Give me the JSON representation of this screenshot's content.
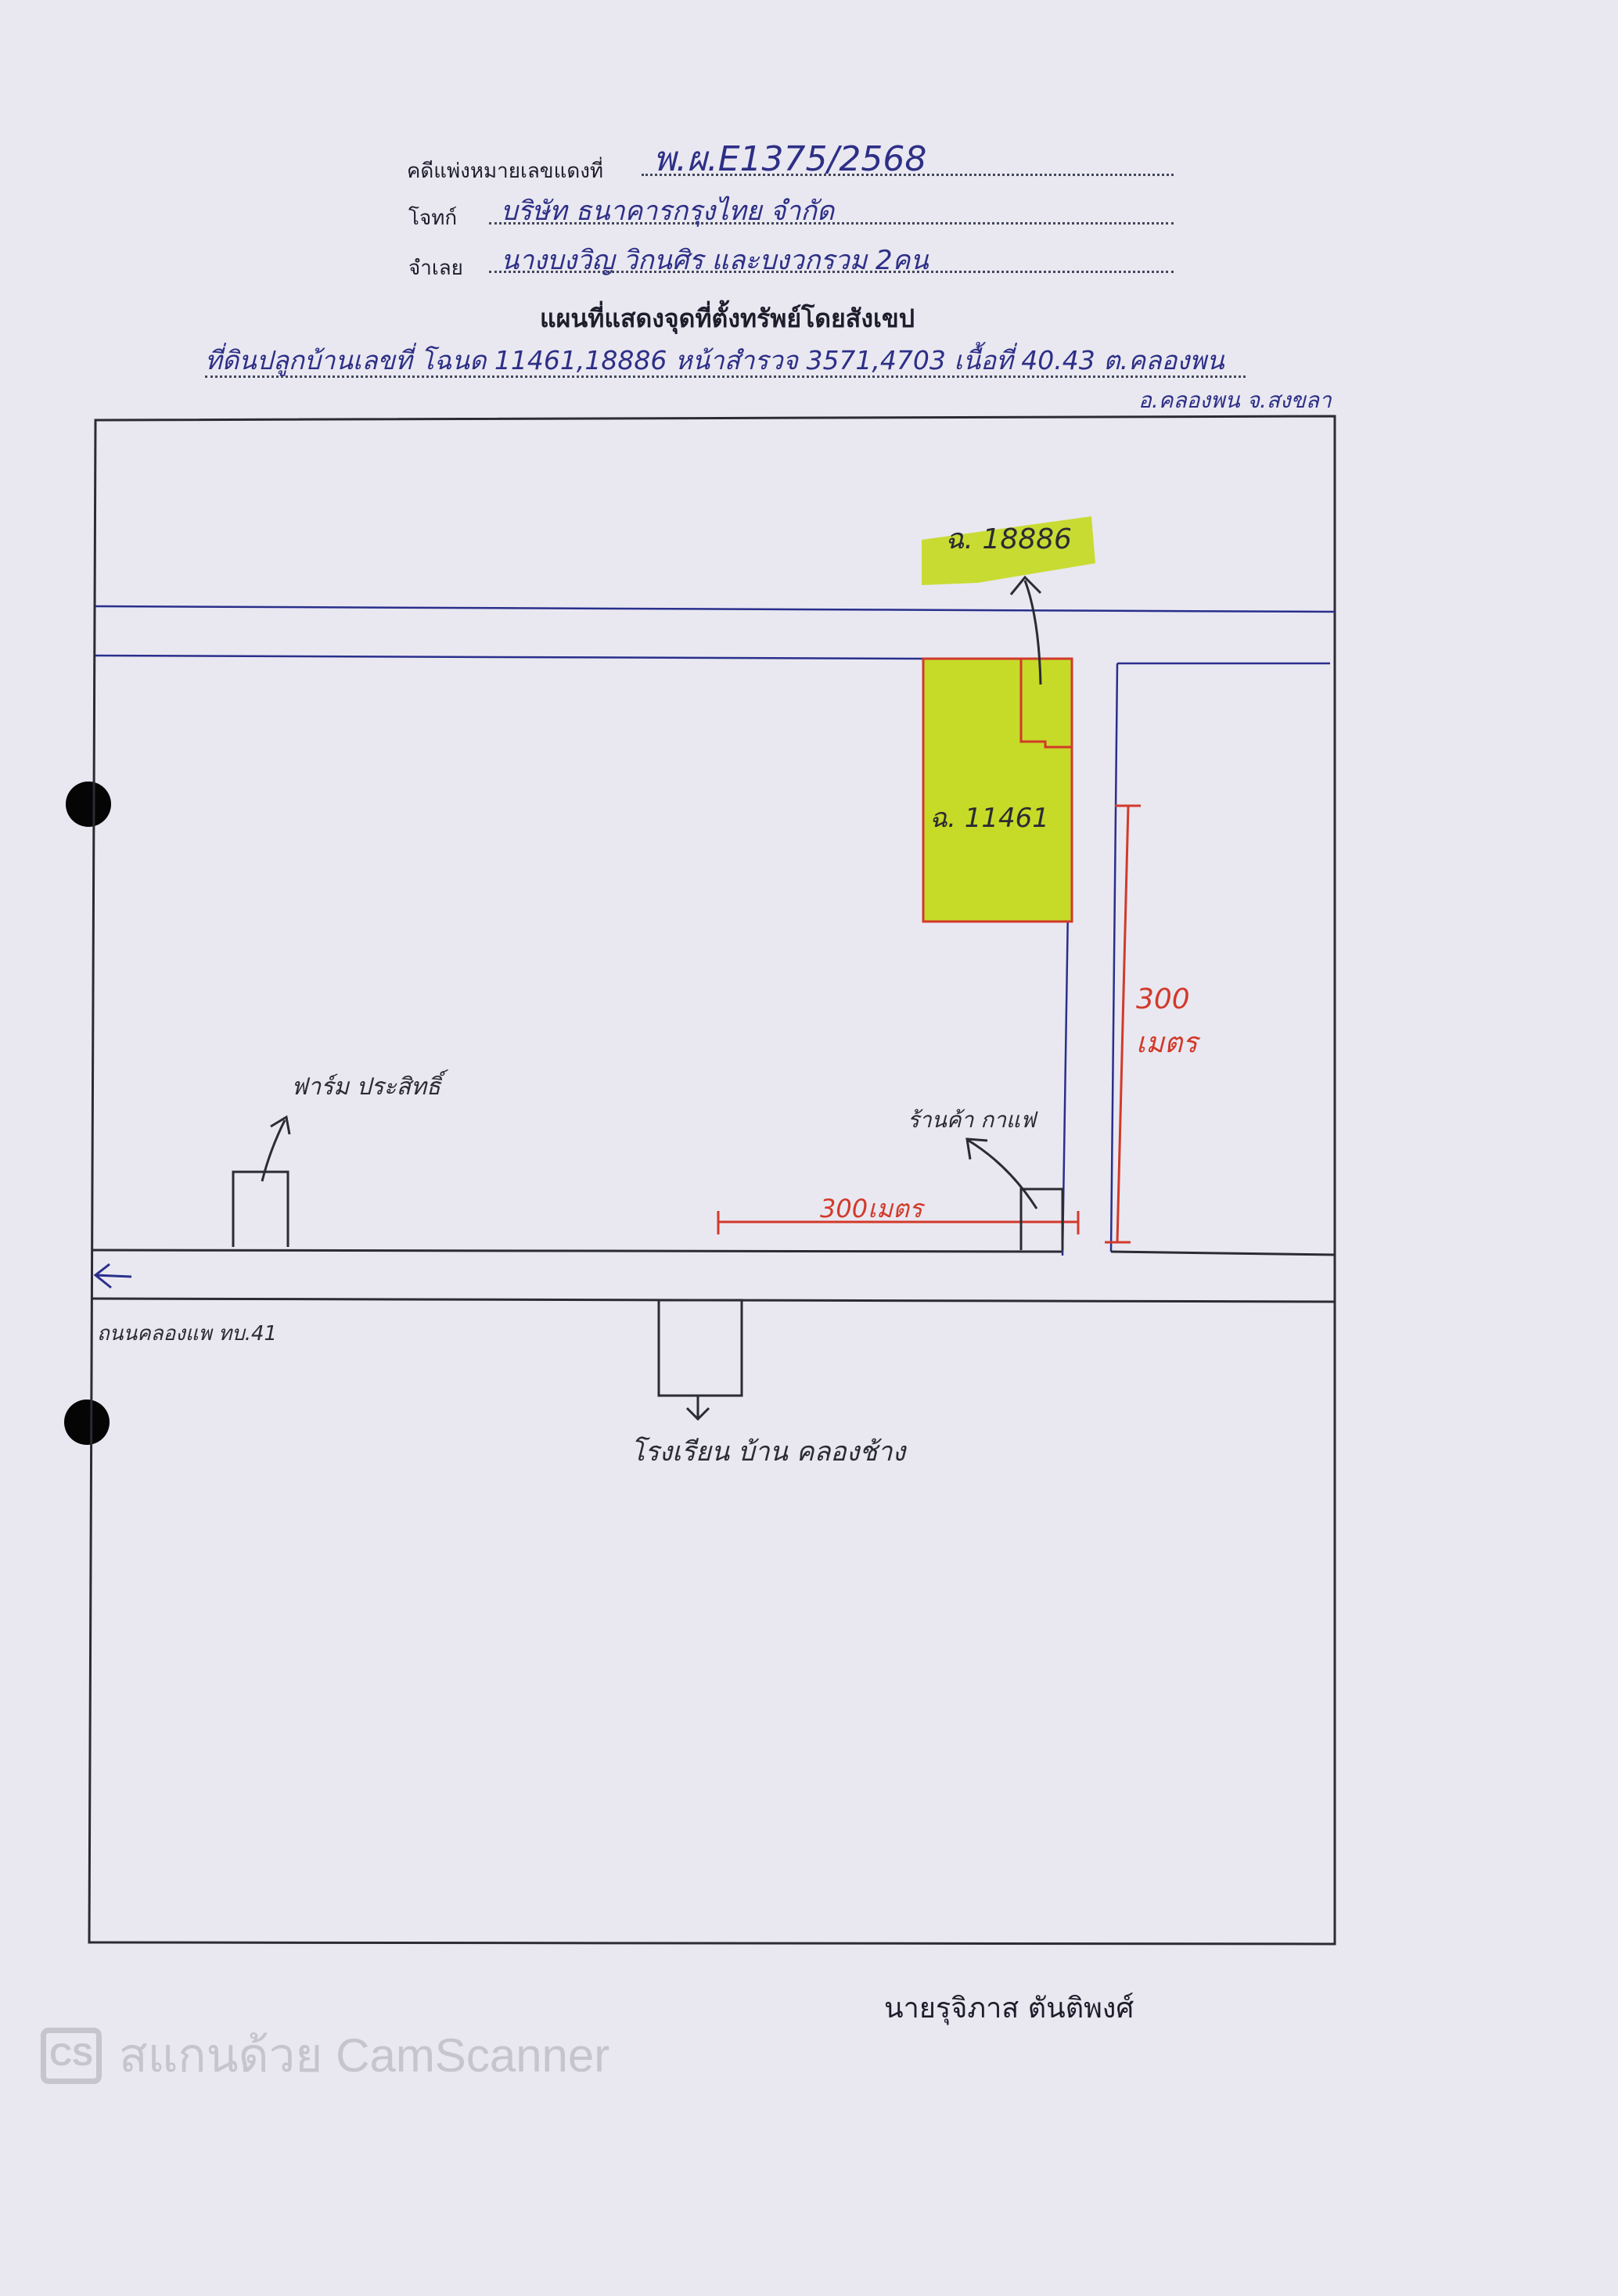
{
  "header": {
    "case_label": "คดีแพ่งหมายเลขแดงที่",
    "case_number": "พ.ผ.E1375/2568",
    "plaintiff_label": "โจทก์",
    "plaintiff_value": "บริษัท ธนาคารกรุงไทย จำกัด",
    "defendant_label": "จำเลย",
    "defendant_value": "นางบงวิญ วิกนศิร และบงวกรวม 2คน",
    "map_title": "แผนที่แสดงจุดที่ตั้งทรัพย์โดยสังเขป",
    "property_line": "ที่ดินปลูกบ้านเลขที่ โฉนด 11461,18886 หน้าสำรวจ 3571,4703 เนื้อที่ 40.43 ต.คลองพน",
    "district_line": "อ.คลองพน จ.สงขลา"
  },
  "map": {
    "plot_top_label": "ฉ. 18886",
    "plot_main_label": "ฉ. 11461",
    "distance_vertical": "300 เมตร",
    "distance_horizontal": "300เมตร",
    "farm_label": "ฟาร์ม ประสิทธิ์",
    "shop_label": "ร้านค้า กาแฟ",
    "road_label": "ถนนคลองแพ ทบ.41",
    "school_label": "โรงเรียน บ้าน คลองช้าง",
    "colors": {
      "road_line": "#2a2f8c",
      "boundary": "#2b2b33",
      "plot_fill": "#c6da28",
      "plot_border": "#d23a2a",
      "dimension": "#d23a2a"
    }
  },
  "footer": {
    "signer": "นายรุจิภาส ตันติพงศ์",
    "watermark_logo": "CS",
    "watermark_text": "สแกนด้วย CamScanner"
  }
}
